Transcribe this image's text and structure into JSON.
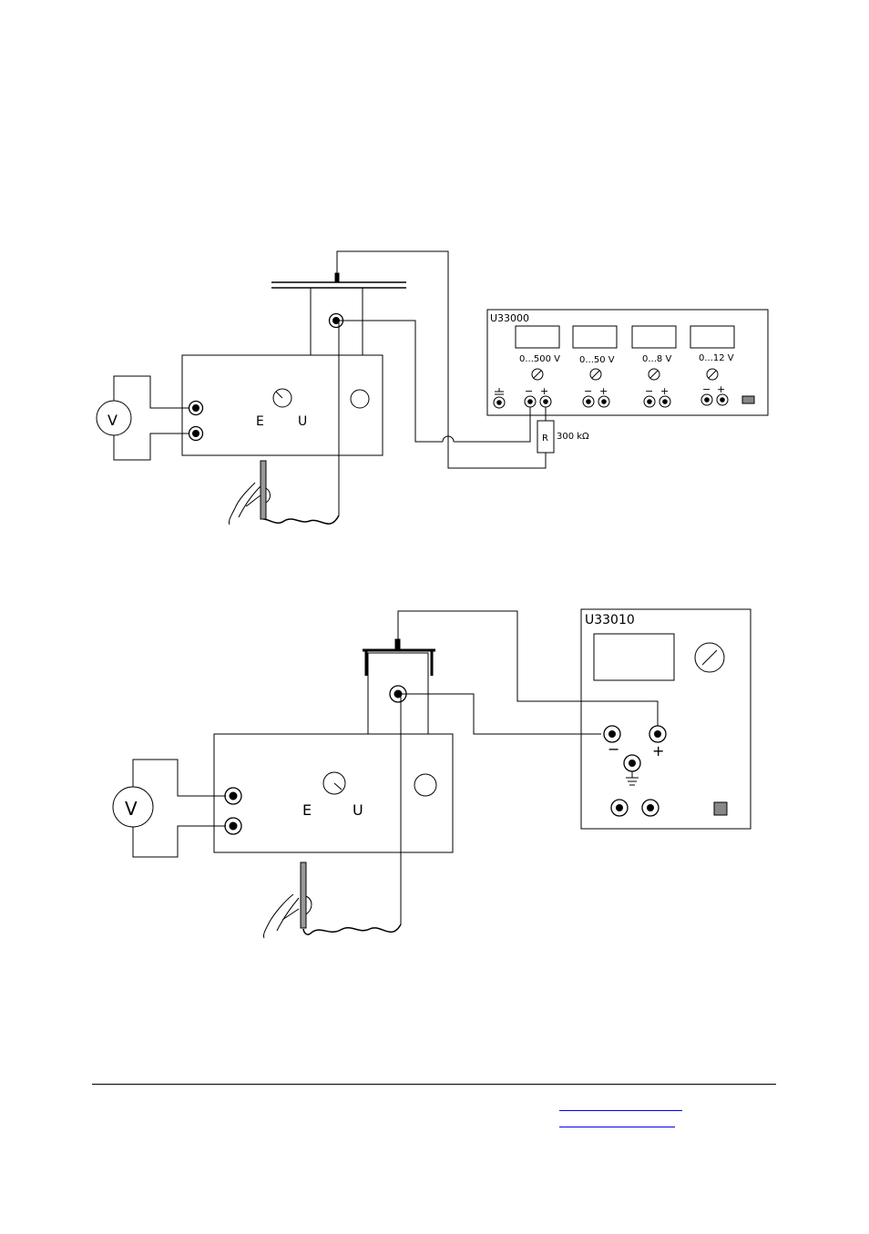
{
  "figure1": {
    "supply_title": "U33000",
    "ranges": [
      "0...500 V",
      "0...50 V",
      "0...8 V",
      "0...12 V"
    ],
    "minus": "−",
    "plus": "+",
    "resistor_label": "R",
    "resistance": "300 kΩ",
    "unit_e": "E",
    "unit_u": "U",
    "voltmeter": "V"
  },
  "figure2": {
    "supply_title": "U33010",
    "minus": "−",
    "plus": "+",
    "unit_e": "E",
    "unit_u": "U",
    "voltmeter": "V"
  },
  "icons": [
    "ground-icon",
    "hand-icon",
    "dial-icon",
    "socket-icon"
  ]
}
